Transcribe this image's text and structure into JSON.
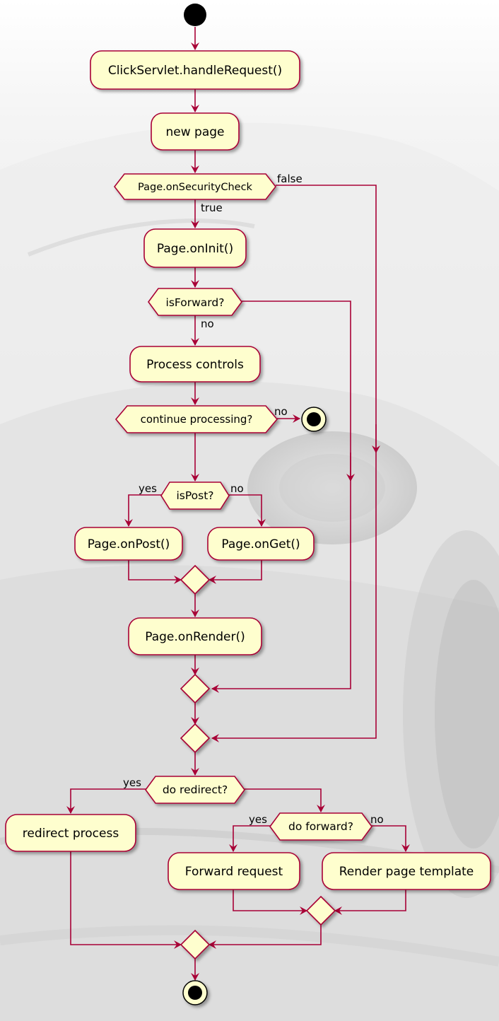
{
  "colors": {
    "stroke": "#A80036",
    "fill": "#FEFECE",
    "terminal": "#000000",
    "background_top": "#FFFFFF",
    "background_bottom": "#D9D9D9"
  },
  "background": {
    "description": "faded silver sports car photo behind the diagram"
  },
  "nodes": {
    "handle_request": "ClickServlet.handleRequest()",
    "new_page": "new page",
    "security_check": "Page.onSecurityCheck",
    "on_init": "Page.onInit()",
    "is_forward": "isForward?",
    "process_controls": "Process controls",
    "continue_processing": "continue processing?",
    "is_post": "isPost?",
    "on_post": "Page.onPost()",
    "on_get": "Page.onGet()",
    "on_render": "Page.onRender()",
    "do_redirect": "do redirect?",
    "redirect_process": "redirect process",
    "do_forward": "do forward?",
    "forward_request": "Forward request",
    "render_template": "Render page template"
  },
  "edge_labels": {
    "security_false": "false",
    "security_true": "true",
    "forward_no": "no",
    "continue_no": "no",
    "post_yes": "yes",
    "post_no": "no",
    "redirect_yes": "yes",
    "forward2_yes": "yes",
    "forward2_no": "no"
  }
}
